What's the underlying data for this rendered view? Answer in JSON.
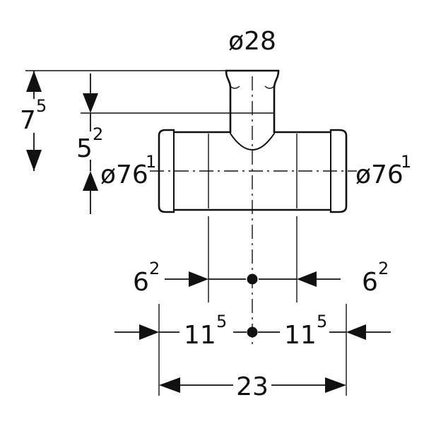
{
  "diagram": {
    "colors": {
      "line": "#111111",
      "background": "#ffffff"
    },
    "labels": {
      "branch_diameter": "ø28",
      "dim_7_5": {
        "base": "7",
        "sup": "5"
      },
      "dim_5_2": {
        "base": "5",
        "sup": "2"
      },
      "dia_left": {
        "base": "ø76",
        "sup": "1"
      },
      "dia_right": {
        "base": "ø76",
        "sup": "1"
      },
      "dim_6_2_left": {
        "base": "6",
        "sup": "2"
      },
      "dim_6_2_right": {
        "base": "6",
        "sup": "2"
      },
      "dim_11_5_left": {
        "base": "11",
        "sup": "5"
      },
      "dim_11_5_right": {
        "base": "11",
        "sup": "5"
      },
      "dim_23": "23"
    }
  }
}
